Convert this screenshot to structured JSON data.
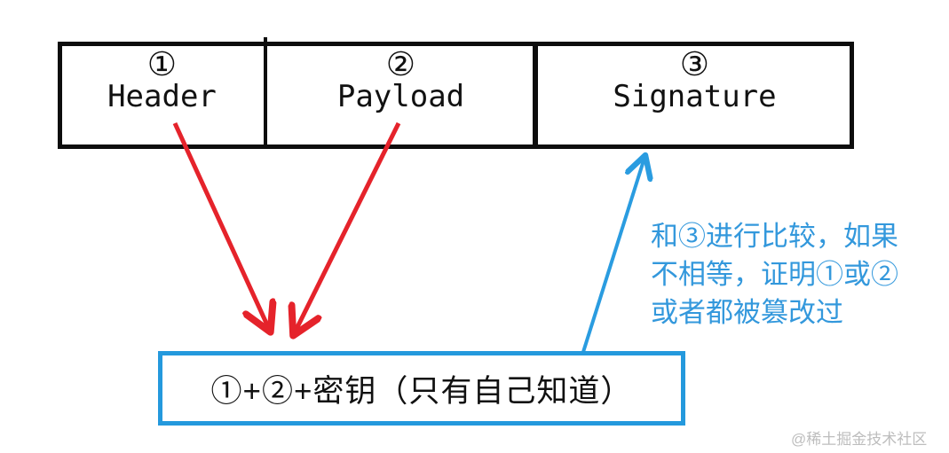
{
  "table": {
    "cells": [
      {
        "num": "①",
        "label": "Header"
      },
      {
        "num": "②",
        "label": "Payload"
      },
      {
        "num": "③",
        "label": "Signature"
      }
    ]
  },
  "combine_box": {
    "label": "①+②+密钥（只有自己知道）"
  },
  "annotation": {
    "lines": [
      "和③进行比较，如果",
      "不相等，证明①或②",
      "或者都被篡改过"
    ]
  },
  "watermark": "@稀土掘金技术社区",
  "colors": {
    "border_black": "#0d0d0d",
    "arrow_red": "#e5232b",
    "box_blue": "#2499dd",
    "text_blue": "#3398dc",
    "watermark_gray": "#bdbdbd"
  }
}
